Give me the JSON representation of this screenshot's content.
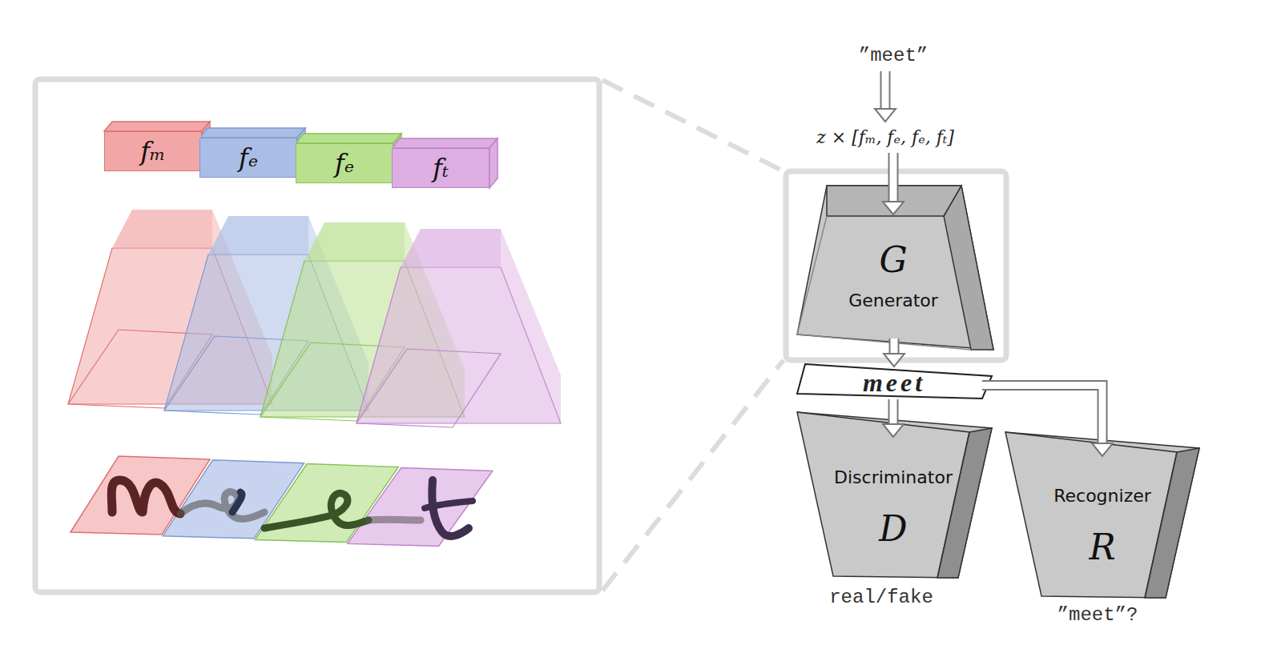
{
  "diagram": {
    "nodes": [
      {
        "text": [
          "fₘ"
        ]
      },
      {
        "text": [
          "fₑ"
        ]
      },
      {
        "text": [
          "fₑ"
        ]
      },
      {
        "text": [
          "fₜ"
        ]
      },
      {
        "text": [
          "”meet”"
        ]
      },
      {
        "text": [
          "z × [fₘ, fₑ, fₑ, fₜ]"
        ]
      },
      {
        "text": [
          "G",
          "Generator"
        ]
      },
      {
        "text": [
          "meet"
        ]
      },
      {
        "text": [
          "Discriminator",
          "D"
        ]
      },
      {
        "text": [
          "Recognizer",
          "R"
        ]
      }
    ],
    "edges": [
      {
        "from": 4,
        "to": 5,
        "arrow": "to"
      },
      {
        "from": 5,
        "to": 6,
        "arrow": "to"
      },
      {
        "from": 6,
        "to": 7,
        "arrow": "to"
      },
      {
        "from": 7,
        "to": 8,
        "arrow": "to"
      },
      {
        "from": 7,
        "to": 9,
        "arrow": "to"
      }
    ],
    "labels": [
      "real/fake",
      "”meet”?"
    ]
  }
}
